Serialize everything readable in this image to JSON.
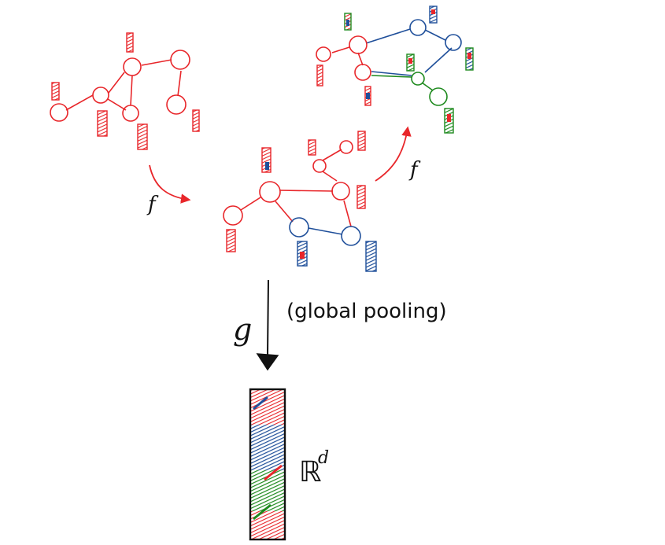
{
  "labels": {
    "f1": "f",
    "f2": "f",
    "g": "g",
    "pooling": "(global pooling)",
    "space": "ℝ",
    "space_sup": "d"
  },
  "colors": {
    "red": "#e8262a",
    "blue": "#1f4f9a",
    "green": "#1e8a1e",
    "black": "#111111"
  }
}
